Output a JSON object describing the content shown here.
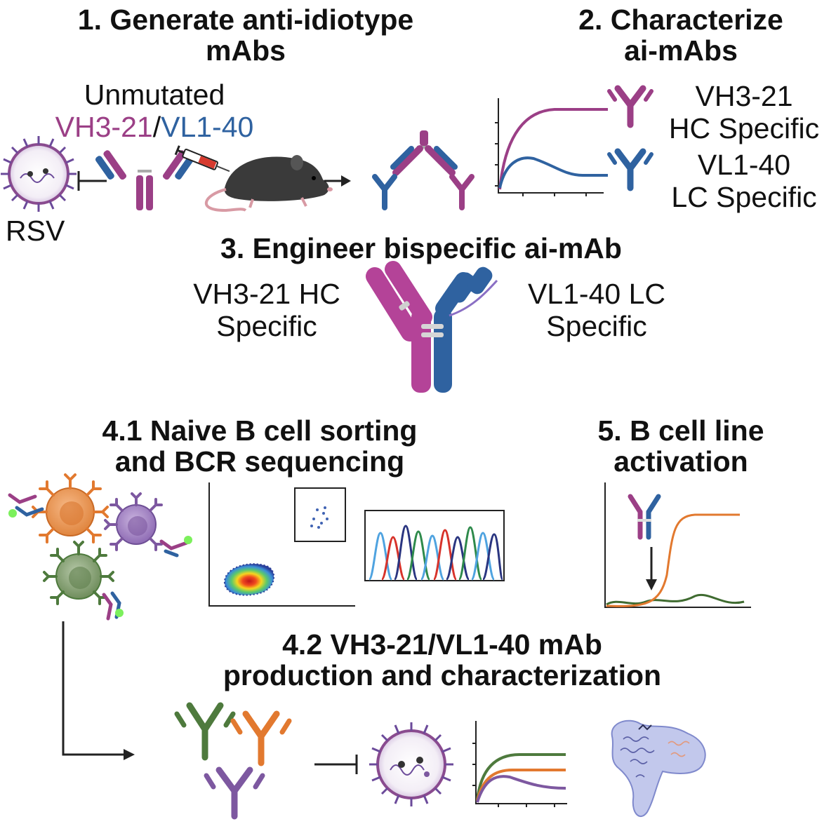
{
  "step1": {
    "title_line1": "1. Generate anti-idiotype",
    "title_line2": "mAbs",
    "unmutated": "Unmutated",
    "vh": "VH3-21",
    "slash": "/",
    "vl": "VL1-40",
    "rsv": "RSV"
  },
  "step2": {
    "title_line1": "2. Characterize",
    "title_line2": "ai-mAbs",
    "vh": "VH3-21",
    "hc": "HC Specific",
    "vl": "VL1-40",
    "lc": "LC Specific"
  },
  "step3": {
    "title": "3. Engineer bispecific ai-mAb",
    "left_line1": "VH3-21 HC",
    "left_line2": "Specific",
    "right_line1": "VL1-40 LC",
    "right_line2": "Specific"
  },
  "step41": {
    "title_line1": "4.1 Naive B cell sorting",
    "title_line2": "and BCR sequencing"
  },
  "step5": {
    "title_line1": "5. B cell line",
    "title_line2": "activation"
  },
  "step42": {
    "title_line1": "4.2 VH3-21/VL1-40 mAb",
    "title_line2": "production and characterization"
  },
  "colors": {
    "magenta": "#9b3f86",
    "blue": "#2f62a0",
    "orange": "#e2792f",
    "green": "#4e7a3d",
    "purple": "#7d58a0",
    "text": "#111111"
  },
  "icons": [
    "rsv-virus-icon",
    "antibody-icon",
    "syringe-icon",
    "mouse-icon",
    "bispecific-antibody-icon",
    "b-cell-icon",
    "flow-cytometry-icon",
    "sequencing-chromatogram-icon",
    "cryo-em-density-icon"
  ]
}
